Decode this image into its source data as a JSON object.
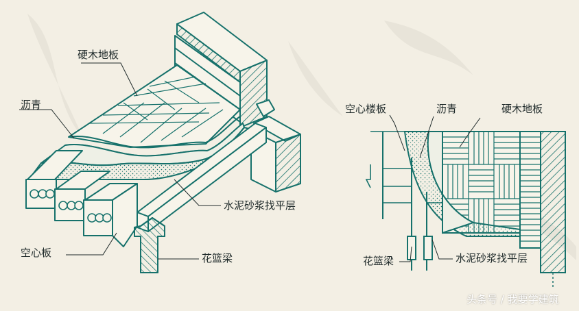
{
  "colors": {
    "teal": "#16716b",
    "ink": "#1f2a2a",
    "bg": "#f3efe4",
    "screed": "#dfe6dc"
  },
  "left_diagram": {
    "labels": {
      "hardwood": "硬木地板",
      "asphalt": "沥青",
      "screed": "水泥砂浆找平层",
      "hollow_slab": "空心板",
      "beam": "花篮梁"
    }
  },
  "right_diagram": {
    "labels": {
      "hollow_floor_slab": "空心楼板",
      "asphalt": "沥青",
      "hardwood": "硬木地板",
      "beam": "花篮梁",
      "screed": "水泥砂浆找平层"
    }
  },
  "watermark": "头条号 / 我要学建筑"
}
